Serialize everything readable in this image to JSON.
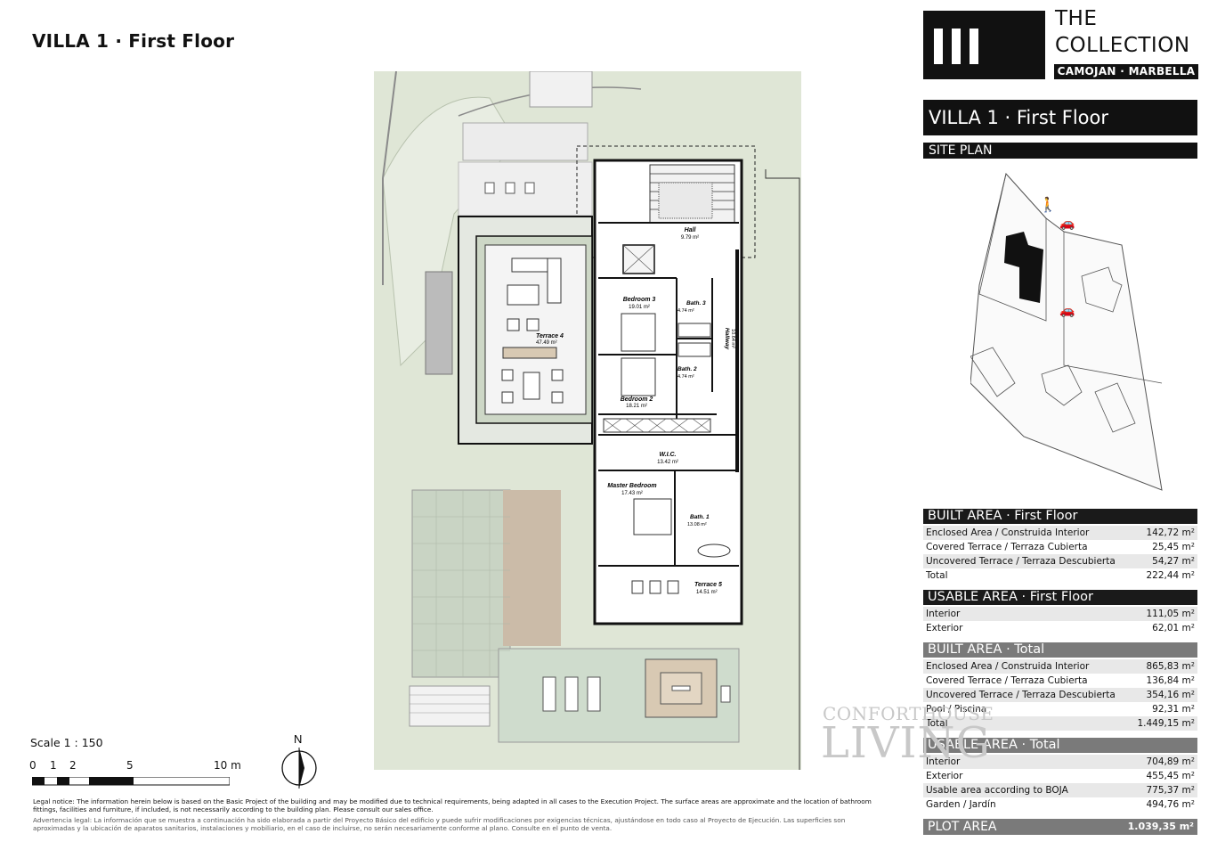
{
  "header": {
    "title": "VILLA 1  ·  First Floor"
  },
  "logo": {
    "line1": "THE",
    "line2": "COLLECTION",
    "sub": "CAMOJAN · MARBELLA"
  },
  "banner": {
    "villa": "VILLA 1  ·  First Floor",
    "site_plan": "SITE PLAN"
  },
  "plan": {
    "rooms": {
      "hall": "Hall",
      "hall_area": "9.79 m²",
      "bedroom3": "Bedroom 3",
      "bedroom3_area": "19.01 m²",
      "bath3": "Bath. 3",
      "bath3_area": "4.74 m²",
      "hallway": "Hallway",
      "hallway_area": "10.64 m²",
      "bath2": "Bath. 2",
      "bath2_area": "4.74 m²",
      "bedroom2": "Bedroom 2",
      "bedroom2_area": "18.21 m²",
      "terrace4": "Terrace 4",
      "terrace4_area": "47.49 m²",
      "wic": "W.I.C.",
      "wic_area": "13.42 m²",
      "master": "Master Bedroom",
      "master_area": "17.43 m²",
      "bath1": "Bath. 1",
      "bath1_area": "13.08 m²",
      "terrace5": "Terrace 5",
      "terrace5_area": "14.51 m²"
    }
  },
  "built_first": {
    "title": "BUILT AREA  ·  First Floor",
    "rows": [
      {
        "label": "Enclosed Area / Construida Interior",
        "value": "142,72 m²"
      },
      {
        "label": "Covered Terrace / Terraza Cubierta",
        "value": "25,45 m²"
      },
      {
        "label": "Uncovered Terrace / Terraza Descubierta",
        "value": "54,27 m²"
      },
      {
        "label": "Total",
        "value": "222,44 m²"
      }
    ]
  },
  "usable_first": {
    "title": "USABLE AREA  ·  First Floor",
    "rows": [
      {
        "label": "Interior",
        "value": "111,05 m²"
      },
      {
        "label": "Exterior",
        "value": "62,01 m²"
      }
    ]
  },
  "built_total": {
    "title": "BUILT AREA  ·  Total",
    "rows": [
      {
        "label": "Enclosed Area / Construida Interior",
        "value": "865,83 m²"
      },
      {
        "label": "Covered Terrace / Terraza Cubierta",
        "value": "136,84 m²"
      },
      {
        "label": "Uncovered Terrace / Terraza Descubierta",
        "value": "354,16 m²"
      },
      {
        "label": "Pool / Piscina",
        "value": "92,31 m²"
      },
      {
        "label": "Total",
        "value": "1.449,15 m²"
      }
    ]
  },
  "usable_total": {
    "title": "USABLE AREA  ·  Total",
    "rows": [
      {
        "label": "Interior",
        "value": "704,89 m²"
      },
      {
        "label": "Exterior",
        "value": "455,45 m²"
      },
      {
        "label": "Usable area according to BOJA",
        "value": "775,37 m²"
      },
      {
        "label": "Garden / Jardín",
        "value": "494,76 m²"
      }
    ]
  },
  "plot": {
    "label": "PLOT AREA",
    "value": "1.039,35 m²"
  },
  "scale": {
    "label": "Scale 1 : 150",
    "ticks": [
      "0",
      "1",
      "2",
      "5",
      "10 m"
    ],
    "north": "N"
  },
  "legal": {
    "en": "Legal notice: The information herein below is based on the Basic Project of the building and may be modified due to technical requirements, being adapted in all cases to the Execution Project. The surface areas are approximate and the location of bathroom fittings, facilities and furniture, if included, is not necessarily according to the building plan. Please consult our sales office.",
    "es": "Advertencia legal: La información que se muestra a continuación ha sido elaborada a partir del Proyecto Básico del edificio y puede sufrir modificaciones por exigencias técnicas, ajustándose en todo caso al Proyecto de Ejecución. Las superficies son aproximadas y la ubicación de aparatos sanitarios, instalaciones y mobiliario, en el caso de incluirse, no serán necesariamente conforme al plano. Consulte en el punto de venta."
  },
  "watermark": {
    "line1": "CONFORTHOUSE",
    "line2": "LIVING"
  },
  "colors": {
    "garden": "#dfe6d6",
    "grass_dark": "#c9d4bf",
    "pool": "#cfdccd",
    "sand": "#cbbba8",
    "black": "#111111",
    "gray_banner": "#7a7a7a"
  }
}
